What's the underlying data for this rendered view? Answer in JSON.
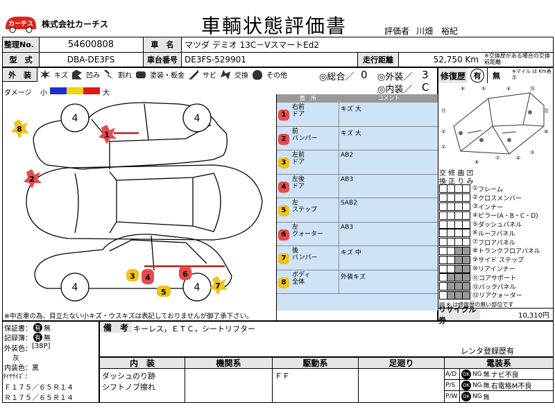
{
  "header": {
    "logo_text": "カーチス",
    "company": "株式会社カーチス",
    "title": "車輌状態評価書",
    "evaluator_label": "評価者",
    "evaluator_name": "川畑　裕紀"
  },
  "info": {
    "seiri_label": "整理No.",
    "seiri_value": "54600808",
    "shamei_label": "車　名",
    "shamei_value": "マツダ デミオ 13C－VスマートEd2",
    "katashiki_label": "型　式",
    "katashiki_value": "DBA-DE3FS",
    "shadai_label": "車台番号",
    "shadai_value": "DE3FS-529901",
    "mileage_label": "走行距離",
    "mileage_value": "52,750 Km",
    "mileage_note": "※交換歴がある場合の交換前距離"
  },
  "exterior": {
    "label": "外　装",
    "legend": [
      {
        "icon": "キ",
        "text": "キズ"
      },
      {
        "icon": "凹",
        "text": "凹み"
      },
      {
        "icon": "割",
        "text": "割れ"
      },
      {
        "icon": "塗",
        "text": "塗装・板金"
      },
      {
        "icon": "サ",
        "text": "サビ"
      },
      {
        "icon": "交",
        "text": "交換"
      },
      {
        "icon": "?",
        "text": "その他"
      }
    ],
    "damage_label": "ダメージ",
    "damage_small": "小",
    "damage_large": "大",
    "overall_label": "◎総合／",
    "overall_value": "0",
    "ext_label": "◎外装／",
    "ext_value": "3",
    "int_label": "◎内装／",
    "int_value": "C",
    "footnote": "※中古車の為、目立たない小キズ・ウスキズは表記しておりませんが御了承下さい。"
  },
  "diagram": {
    "tire_label": "4",
    "markers": [
      {
        "num": "1"
      },
      {
        "num": "2"
      },
      {
        "num": "3"
      },
      {
        "num": "4"
      },
      {
        "num": "5"
      },
      {
        "num": "6"
      },
      {
        "num": "7"
      },
      {
        "num": "8"
      },
      {
        "num": "4"
      }
    ]
  },
  "comments": {
    "header_part": "箇　所",
    "header_comment": "コメント",
    "rows": [
      {
        "num": "1",
        "part1": "右前",
        "part2": "ドア",
        "comment": "キズ 大"
      },
      {
        "num": "2",
        "part1": "前",
        "part2": "バンパー",
        "comment": "キズ 大"
      },
      {
        "num": "3",
        "part1": "左前",
        "part2": "ドア",
        "comment": "AB2"
      },
      {
        "num": "4",
        "part1": "左後",
        "part2": "ドア",
        "comment": "AB3"
      },
      {
        "num": "5",
        "part1": "左",
        "part2": "ステップ",
        "comment": "SAB2"
      },
      {
        "num": "6",
        "part1": "左",
        "part2": "クォーター",
        "comment": "AB3"
      },
      {
        "num": "7",
        "part1": "後",
        "part2": "バンパー",
        "comment": "キズ 中"
      },
      {
        "num": "8",
        "part1": "ボディ",
        "part2": "全体",
        "comment": "外装キズ"
      }
    ]
  },
  "repair": {
    "label": "修復歴",
    "yes": "有",
    "no": "無",
    "note": "※マイル は Km表示",
    "col_header": "交 修 曲 凹",
    "col_header2": "換 正 り み",
    "items": [
      {
        "num": "①",
        "text": "フレーム"
      },
      {
        "num": "②",
        "text": "クロスメンバー"
      },
      {
        "num": "③",
        "text": "インナー"
      },
      {
        "num": "④",
        "text": "ピラー(A・B・C・D)"
      },
      {
        "num": "⑤",
        "text": "ダッシュパネル"
      },
      {
        "num": "⑥",
        "text": "ルーフパネル"
      },
      {
        "num": "⑦",
        "text": "フロアパネル"
      },
      {
        "num": "⑧",
        "text": "トランクフロアパネル"
      },
      {
        "num": "⑨",
        "text": "サイド ステップ"
      },
      {
        "num": "⑩",
        "text": "リアインナー"
      },
      {
        "num": "⑪",
        "text": "コアサポート"
      },
      {
        "num": "⑫",
        "text": "バックパネル"
      },
      {
        "num": "⑬",
        "text": "リアクォーター"
      }
    ],
    "footnote": "※ は修復歴の無い部位です",
    "recycle_label": "リサイクル券",
    "recycle_value": "10,310円"
  },
  "left_info": {
    "warranty_label": "保証書：",
    "warranty_yes": "有",
    "warranty_no": "無",
    "record_label": "記録簿：",
    "record_yes": "有",
    "record_no": "無",
    "color_label": "外装色：",
    "color_code": "[38P]",
    "color_name": "灰",
    "interior_color": "内装色：黒",
    "tire_label": "ﾀｲﾔｻｲｽﾞ：",
    "tire_front": "Ｆ１７５／６５Ｒ１４",
    "tire_rear": "Ｒ１７５／６５Ｒ１４"
  },
  "remarks": {
    "label": "備　考",
    "text": "キーレス，ＥＴＣ，シートリフター",
    "rental": "レンタ登録歴有"
  },
  "bottom": {
    "naiso_label": "内　装",
    "naiso_items": [
      "ダッシュのり跡",
      "シフトノブ擦れ"
    ],
    "kikan_label": "機関系",
    "kudo_label": "駆動系",
    "kudo_value": "ＦＦ",
    "ashi_label": "足廻り",
    "denso_label": "電装系",
    "denso_rows": [
      {
        "name": "A/D",
        "ok": "OK",
        "ng": "NG",
        "none": "無",
        "note": "ナビ不良"
      },
      {
        "name": "P/S",
        "ok": "OK",
        "ng": "NG",
        "none": "無",
        "note": "右電格M不良"
      },
      {
        "name": "P/W",
        "ok": "OK",
        "ng": "NG",
        "none": "無",
        "note": ""
      }
    ]
  }
}
